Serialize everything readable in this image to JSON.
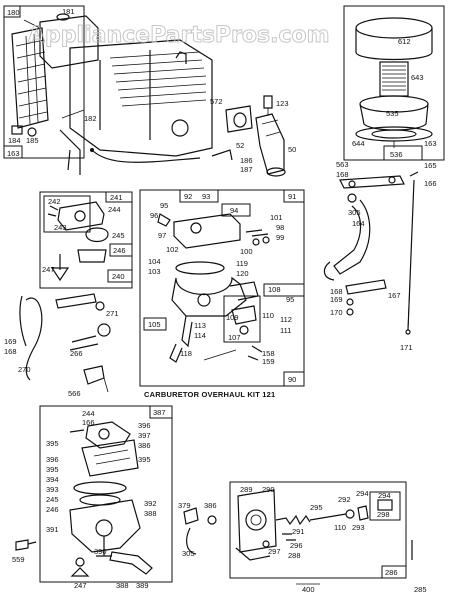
{
  "watermark": "AppliancePartsPros.com",
  "kit_title": "CARBURETOR OVERHAUL KIT 121",
  "labels": {
    "l180": "180",
    "l181": "181",
    "l182": "182",
    "l184": "184",
    "l185": "185",
    "l163a": "163",
    "l612": "612",
    "l643": "643",
    "l535": "535",
    "l644": "644",
    "l536": "536",
    "l163b": "163",
    "l123": "123",
    "l572": "572",
    "l52": "52",
    "l50": "50",
    "l186": "186",
    "l187": "187",
    "l563": "563",
    "l165": "165",
    "l168a": "168",
    "l166": "166",
    "l241": "241",
    "l242": "242",
    "l244a": "244",
    "l243": "243",
    "l245a": "245",
    "l246a": "246",
    "l247a": "247",
    "l240": "240",
    "l91": "91",
    "l92": "92",
    "l93": "93",
    "l95a": "95",
    "l96": "96",
    "l94": "94",
    "l97": "97",
    "l101": "101",
    "l98": "98",
    "l99": "99",
    "l100": "100",
    "l102": "102",
    "l104": "104",
    "l103": "103",
    "l119": "119",
    "l120": "120",
    "l108": "108",
    "l95b": "95",
    "l305a": "305",
    "l164": "164",
    "l168b": "168",
    "l169a": "169",
    "l167": "167",
    "l170": "170",
    "l171": "171",
    "l271": "271",
    "l105": "105",
    "l113": "113",
    "l114": "114",
    "l110": "110",
    "l112": "112",
    "l111": "111",
    "l109": "109",
    "l107": "107",
    "l158": "158",
    "l159": "159",
    "l118": "118",
    "l90": "90",
    "l169b": "169",
    "l168c": "168",
    "l270": "270",
    "l266": "266",
    "l566": "566",
    "l244b": "244",
    "l166b": "166",
    "l387": "387",
    "l396a": "396",
    "l397": "397",
    "l395a": "395",
    "l386a": "386",
    "l396b": "396",
    "l395b": "395",
    "l394": "394",
    "l393": "393",
    "l245b": "245",
    "l246b": "246",
    "l392": "392",
    "l388a": "388",
    "l391": "391",
    "l390": "390",
    "l247b": "247",
    "l388b": "388",
    "l389": "389",
    "l559": "559",
    "l379": "379",
    "l386b": "386",
    "l305b": "305",
    "l289": "289",
    "l290": "290",
    "l295": "295",
    "l292": "292",
    "l294a": "294",
    "l294b": "294",
    "l298": "298",
    "l291": "291",
    "l110b": "110",
    "l293": "293",
    "l297": "297",
    "l296": "296",
    "l288": "288",
    "l286": "286",
    "l400": "400",
    "l285": "285"
  }
}
